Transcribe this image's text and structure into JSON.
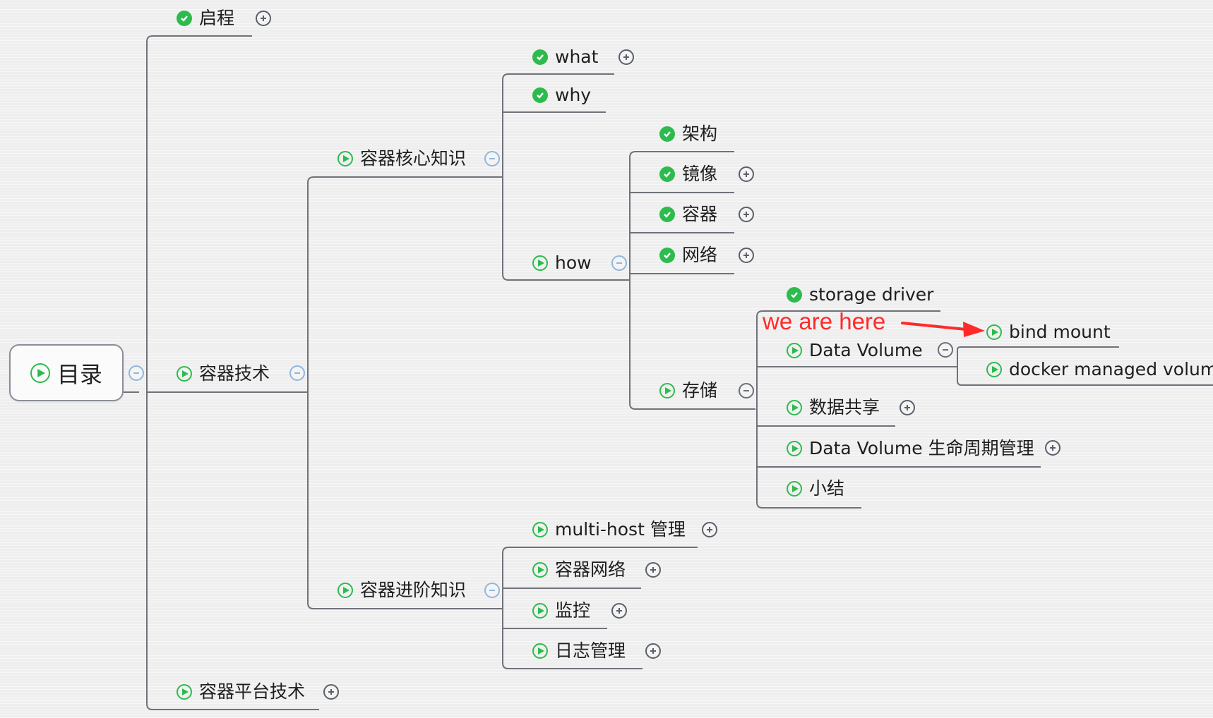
{
  "root": {
    "label": "目录"
  },
  "nodes": {
    "qicheng": "启程",
    "rongqi_jishu": "容器技术",
    "hexin_zhishi": "容器核心知识",
    "what": "what",
    "why": "why",
    "how": "how",
    "jiagou": "架构",
    "jingxiang": "镜像",
    "rongqi": "容器",
    "wangluo": "网络",
    "cunchu": "存储",
    "storage_driver": "storage driver",
    "data_volume": "Data Volume",
    "bind_mount": "bind mount",
    "docker_managed_volume": "docker managed volume",
    "shuju_gongxiang": "数据共享",
    "dv_lifecycle": "Data Volume 生命周期管理",
    "xiaojie": "小结",
    "jinjie_zhishi": "容器进阶知识",
    "multi_host": "multi-host 管理",
    "rongqi_wangluo": "容器网络",
    "jiankong": "监控",
    "rizhi": "日志管理",
    "pingtai_jishu": "容器平台技术"
  },
  "annotation": {
    "text": "we are here"
  },
  "colors": {
    "done": "#2dbb4e",
    "connector": "#6f7279",
    "annotation": "#ff2a2a",
    "toggle_plus": "#5a5f6a",
    "toggle_minus": "#8fb7dd"
  }
}
